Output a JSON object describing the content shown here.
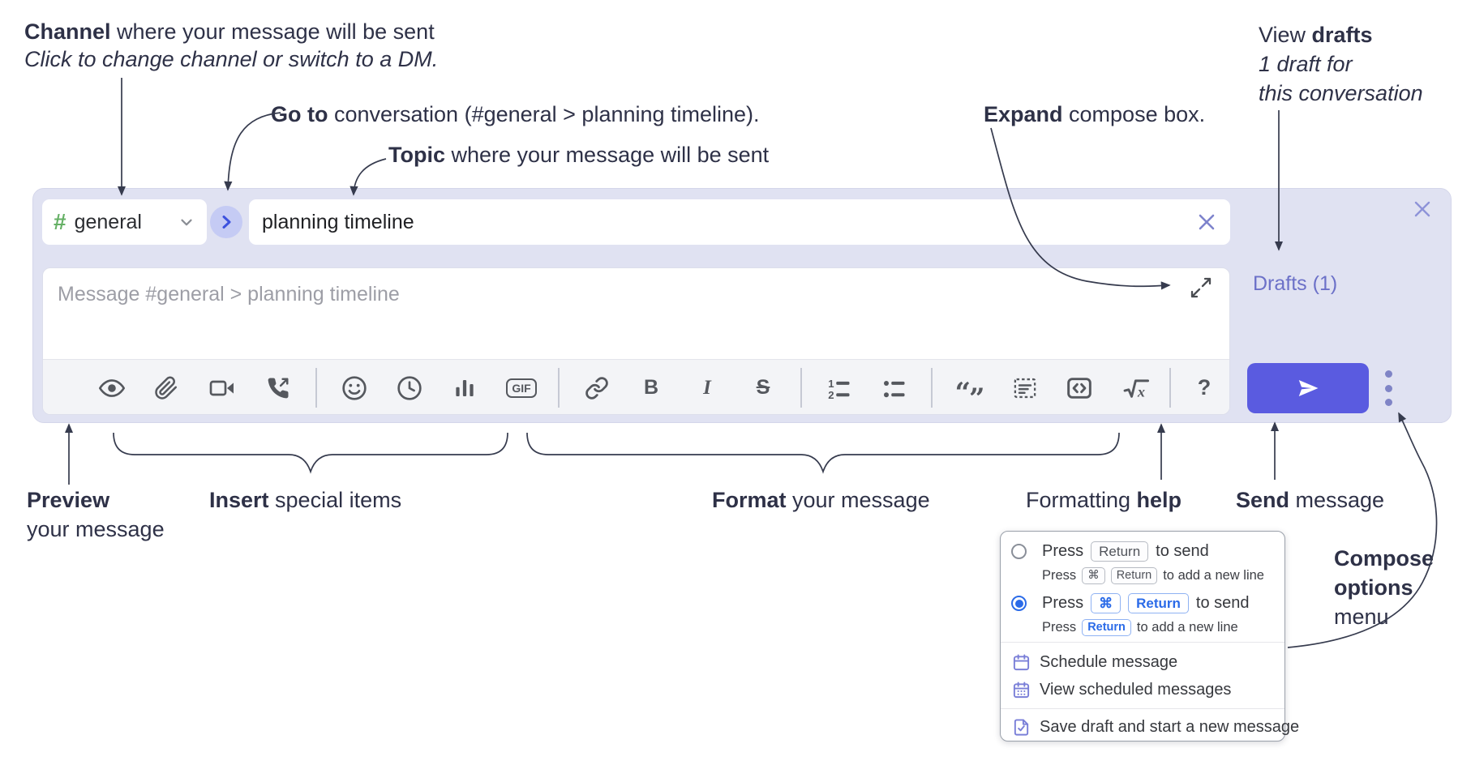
{
  "annotations": {
    "channel": {
      "bold": "Channel",
      "rest": " where your message will be sent",
      "sub": "Click to change channel or switch to a DM."
    },
    "goto": {
      "bold": "Go to",
      "rest": " conversation (#general > planning timeline)."
    },
    "topic": {
      "bold": "Topic",
      "rest": " where your message will be sent"
    },
    "expand": {
      "bold": "Expand",
      "rest": " compose box."
    },
    "view_drafts": {
      "pre": "View ",
      "bold": "drafts",
      "line2": "1 draft for",
      "line3": "this conversation"
    },
    "preview": {
      "bold": "Preview",
      "line2": "your message"
    },
    "insert": {
      "bold": "Insert",
      "rest": " special items"
    },
    "format": {
      "bold": "Format",
      "rest": " your message"
    },
    "formatting_help": {
      "pre": "Formatting ",
      "bold": "help"
    },
    "send": {
      "bold": "Send",
      "rest": " message"
    },
    "compose_options": {
      "line1": "Compose",
      "line2": "options",
      "line3": "menu"
    }
  },
  "compose": {
    "channel_hash": "#",
    "channel_name": "general",
    "topic_value": "planning timeline",
    "message_placeholder": "Message #general > planning timeline",
    "drafts_label": "Drafts (1)"
  },
  "toolbar": {
    "glyphs": {
      "bold": "B",
      "italic": "I",
      "strike": "S",
      "gif": "GIF",
      "math_x": "x",
      "help": "?",
      "quote_open": "“",
      "quote_close": "”"
    },
    "icons": [
      "preview-icon",
      "attach-file-icon",
      "video-call-icon",
      "voice-call-icon",
      "emoji-icon",
      "global-time-icon",
      "poll-icon",
      "gif-icon",
      "link-icon",
      "bold-icon",
      "italic-icon",
      "strikethrough-icon",
      "numbered-list-icon",
      "bulleted-list-icon",
      "quote-icon",
      "spoiler-icon",
      "code-icon",
      "math-icon",
      "help-icon"
    ]
  },
  "popup": {
    "options": [
      {
        "selected": false,
        "main_pre": "Press",
        "main_kbds": [
          "Return"
        ],
        "main_post": "to send",
        "sub_pre": "Press",
        "sub_kbds": [
          "⌘",
          "Return"
        ],
        "sub_post": "to add a new line"
      },
      {
        "selected": true,
        "main_pre": "Press",
        "main_kbds": [
          "⌘",
          "Return"
        ],
        "main_post": "to send",
        "sub_pre": "Press",
        "sub_kbds": [
          "Return"
        ],
        "sub_post": "to add a new line"
      }
    ],
    "items": [
      {
        "icon": "calendar-icon",
        "label": "Schedule message"
      },
      {
        "icon": "calendar-grid-icon",
        "label": "View scheduled messages"
      },
      {
        "icon": "save-draft-icon",
        "label": "Save draft and start a new message"
      }
    ]
  },
  "colors": {
    "compose_bg": "#e0e2f2",
    "send_button": "#5a5be0",
    "accent_blue": "#2b6be8",
    "hash_green": "#65b065",
    "drafts_link": "#6c71c8",
    "menu_icon_purple": "#7a7fd8",
    "annotation_ink": "#2e3147"
  }
}
